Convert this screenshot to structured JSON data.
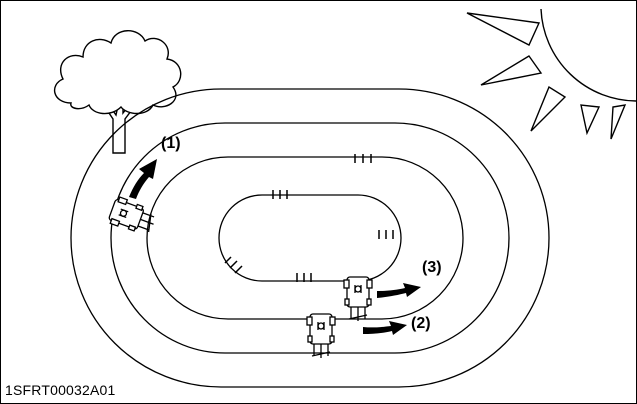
{
  "labels": {
    "marker_1": "(1)",
    "marker_2": "(2)",
    "marker_3": "(3)"
  },
  "figure_code": "1SFRT00032A01",
  "colors": {
    "line": "#000000",
    "background": "#ffffff",
    "sun_fill": "#ffffff"
  },
  "icons": {
    "tree": "tree-icon",
    "sun": "sun-icon",
    "tractor": "tractor-icon",
    "arrow": "arrow-icon",
    "mark": "swath-mark"
  }
}
